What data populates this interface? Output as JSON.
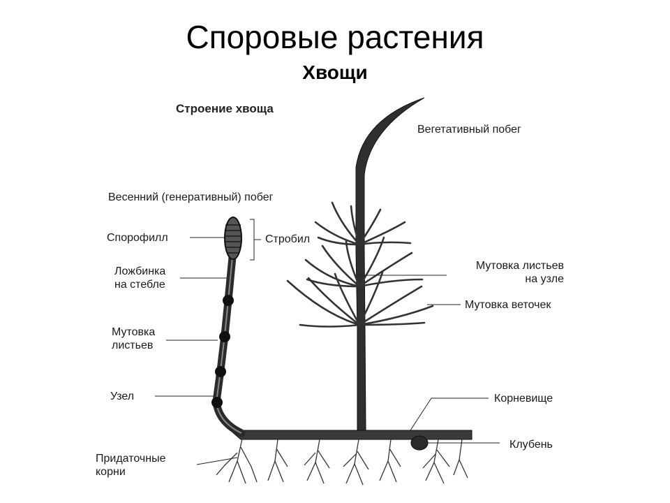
{
  "header": {
    "title": "Споровые растения",
    "subtitle": "Хвощи"
  },
  "diagram": {
    "title": "Строение хвоща",
    "labels": {
      "vegetative_shoot": "Вегетативный побег",
      "spring_shoot": "Весенний (генеративный) побег",
      "sporophyll": "Спорофилл",
      "strobilus": "Стробил",
      "groove_line1": "Ложбинка",
      "groove_line2": "на стебле",
      "leaf_whorl_node_line1": "Мутовка листьев",
      "leaf_whorl_node_line2": "на узле",
      "branch_whorl": "Мутовка веточек",
      "leaf_whorl_line1": "Мутовка",
      "leaf_whorl_line2": "листьев",
      "node": "Узел",
      "rhizome": "Корневище",
      "tuber": "Клубень",
      "adventitious_roots_line1": "Придаточные",
      "adventitious_roots_line2": "корни"
    }
  }
}
